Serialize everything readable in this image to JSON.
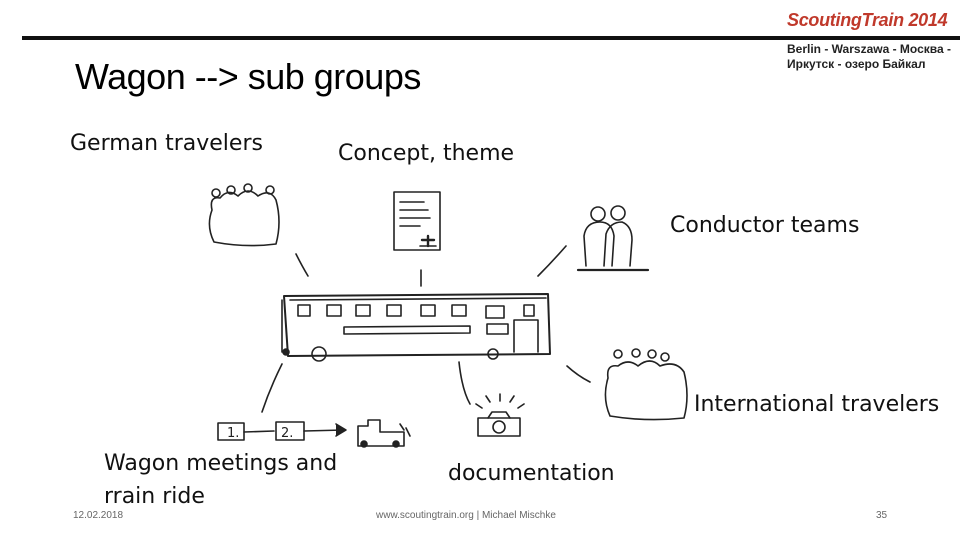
{
  "header": {
    "brand": "ScoutingTrain 2014",
    "route_line1": "Berlin - Warszawa - Москва -",
    "route_line2": "Иркутск - озеро Байкал",
    "brand_color": "#c0392b"
  },
  "slide": {
    "title": "Wagon --> sub groups"
  },
  "diagram": {
    "center_icon": "train-wagon-sketch",
    "nodes": [
      {
        "label": "German travelers",
        "icon": "group-of-people-sketch"
      },
      {
        "label": "Concept, theme",
        "icon": "document-with-stamp-sketch"
      },
      {
        "label": "Conductor teams",
        "icon": "two-people-sketch"
      },
      {
        "label": "International travelers",
        "icon": "group-of-people-sketch"
      },
      {
        "label_line1": "Wagon meetings and",
        "label_line2": "rrain ride",
        "icon": "steps-to-train-sketch",
        "steps": [
          "1.",
          "2."
        ]
      },
      {
        "label": "documentation",
        "icon": "camera-sketch"
      }
    ]
  },
  "footer": {
    "date": "12.02.2018",
    "url": "www.scoutingtrain.org | Michael Mischke",
    "page": "35"
  }
}
